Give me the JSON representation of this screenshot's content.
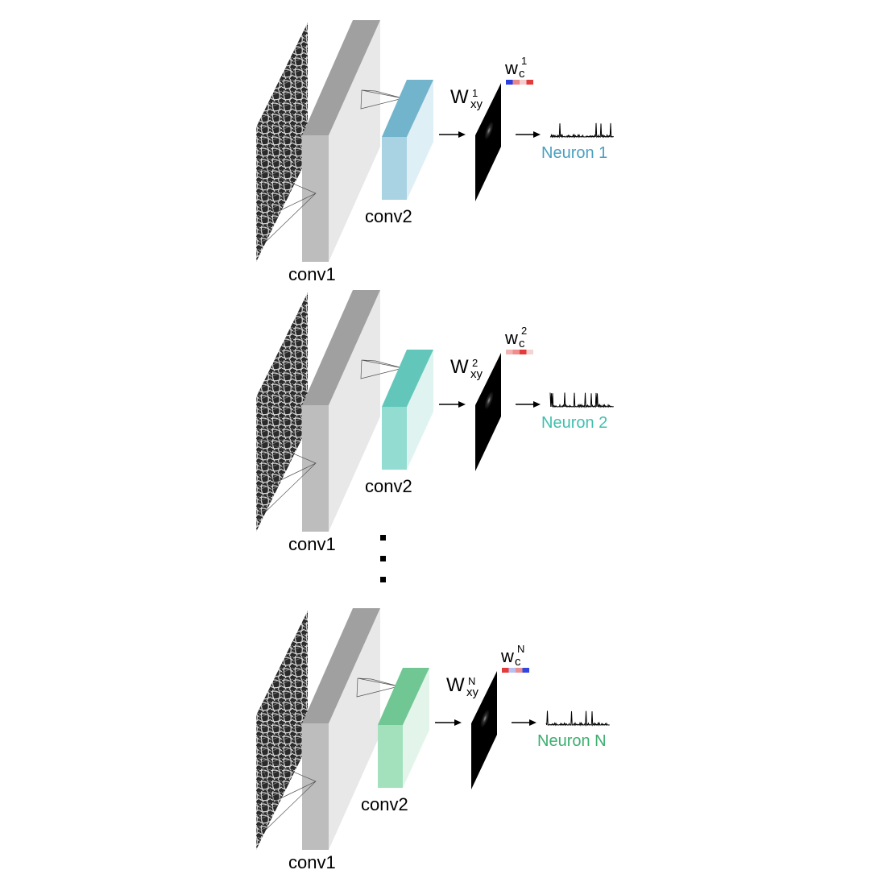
{
  "layers": {
    "conv1": "conv1",
    "conv2": "conv2"
  },
  "weight_symbols": {
    "spatial_base": "W",
    "spatial_sub": "xy",
    "channel_base": "w",
    "channel_sub": "c"
  },
  "ellipsis": "⋮",
  "neurons": [
    {
      "label": "Neuron 1",
      "index": "1",
      "label_color": "#4a9fc0",
      "front": "#a9d3e3",
      "top": "#72b4cc",
      "side": "#dfeff6",
      "wc_colors": [
        "#2b3fe0",
        "#e88888",
        "#f6cccc",
        "#e23b3b"
      ]
    },
    {
      "label": "Neuron 2",
      "index": "2",
      "label_color": "#3fbfae",
      "front": "#93dcd2",
      "top": "#62c7ba",
      "side": "#dff4f1",
      "wc_colors": [
        "#f3b3b3",
        "#f08c8c",
        "#e23b3b",
        "#f6d3d3"
      ]
    },
    {
      "label": "Neuron N",
      "index": "N",
      "label_color": "#3caf70",
      "front": "#a3e1bd",
      "top": "#70c793",
      "side": "#e3f5ea",
      "wc_colors": [
        "#e23b3b",
        "#b9bff0",
        "#ea8f8f",
        "#3145e0"
      ]
    }
  ]
}
